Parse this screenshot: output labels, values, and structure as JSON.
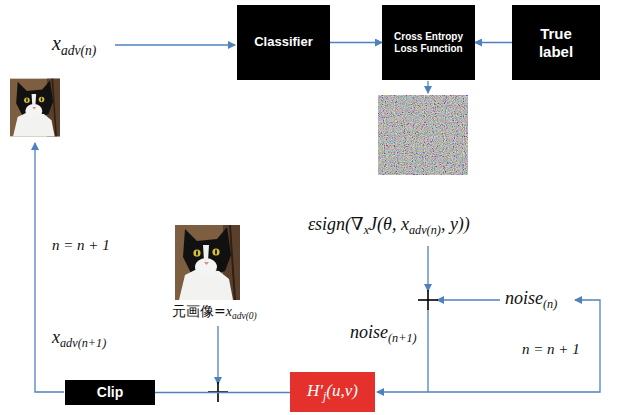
{
  "diagram": {
    "nodes": [
      {
        "text": [
          "Classifier"
        ]
      },
      {
        "text": [
          "Cross Entropy Loss Function"
        ]
      },
      {
        "text": [
          "True label"
        ]
      },
      {
        "text": [
          "Clip"
        ]
      },
      {
        "text": [
          "H′",
          "j",
          "(u,v)"
        ]
      }
    ],
    "edges": [
      {
        "from": 0,
        "to": 1,
        "arrow": "to"
      },
      {
        "from": 2,
        "to": 1,
        "arrow": "to"
      },
      {
        "from": 4,
        "to": 3,
        "arrow": "none"
      }
    ],
    "labels": [
      "x",
      "adv(n)",
      "εsign(∇",
      "x",
      "J(θ, x",
      "adv(n)",
      ", y))",
      "noise",
      "(n)",
      "noise",
      "(n+1)",
      "n = n + 1",
      "n = n + 1",
      "x",
      "adv(n+1)",
      "元画像=",
      "x",
      "adv(0)"
    ]
  }
}
